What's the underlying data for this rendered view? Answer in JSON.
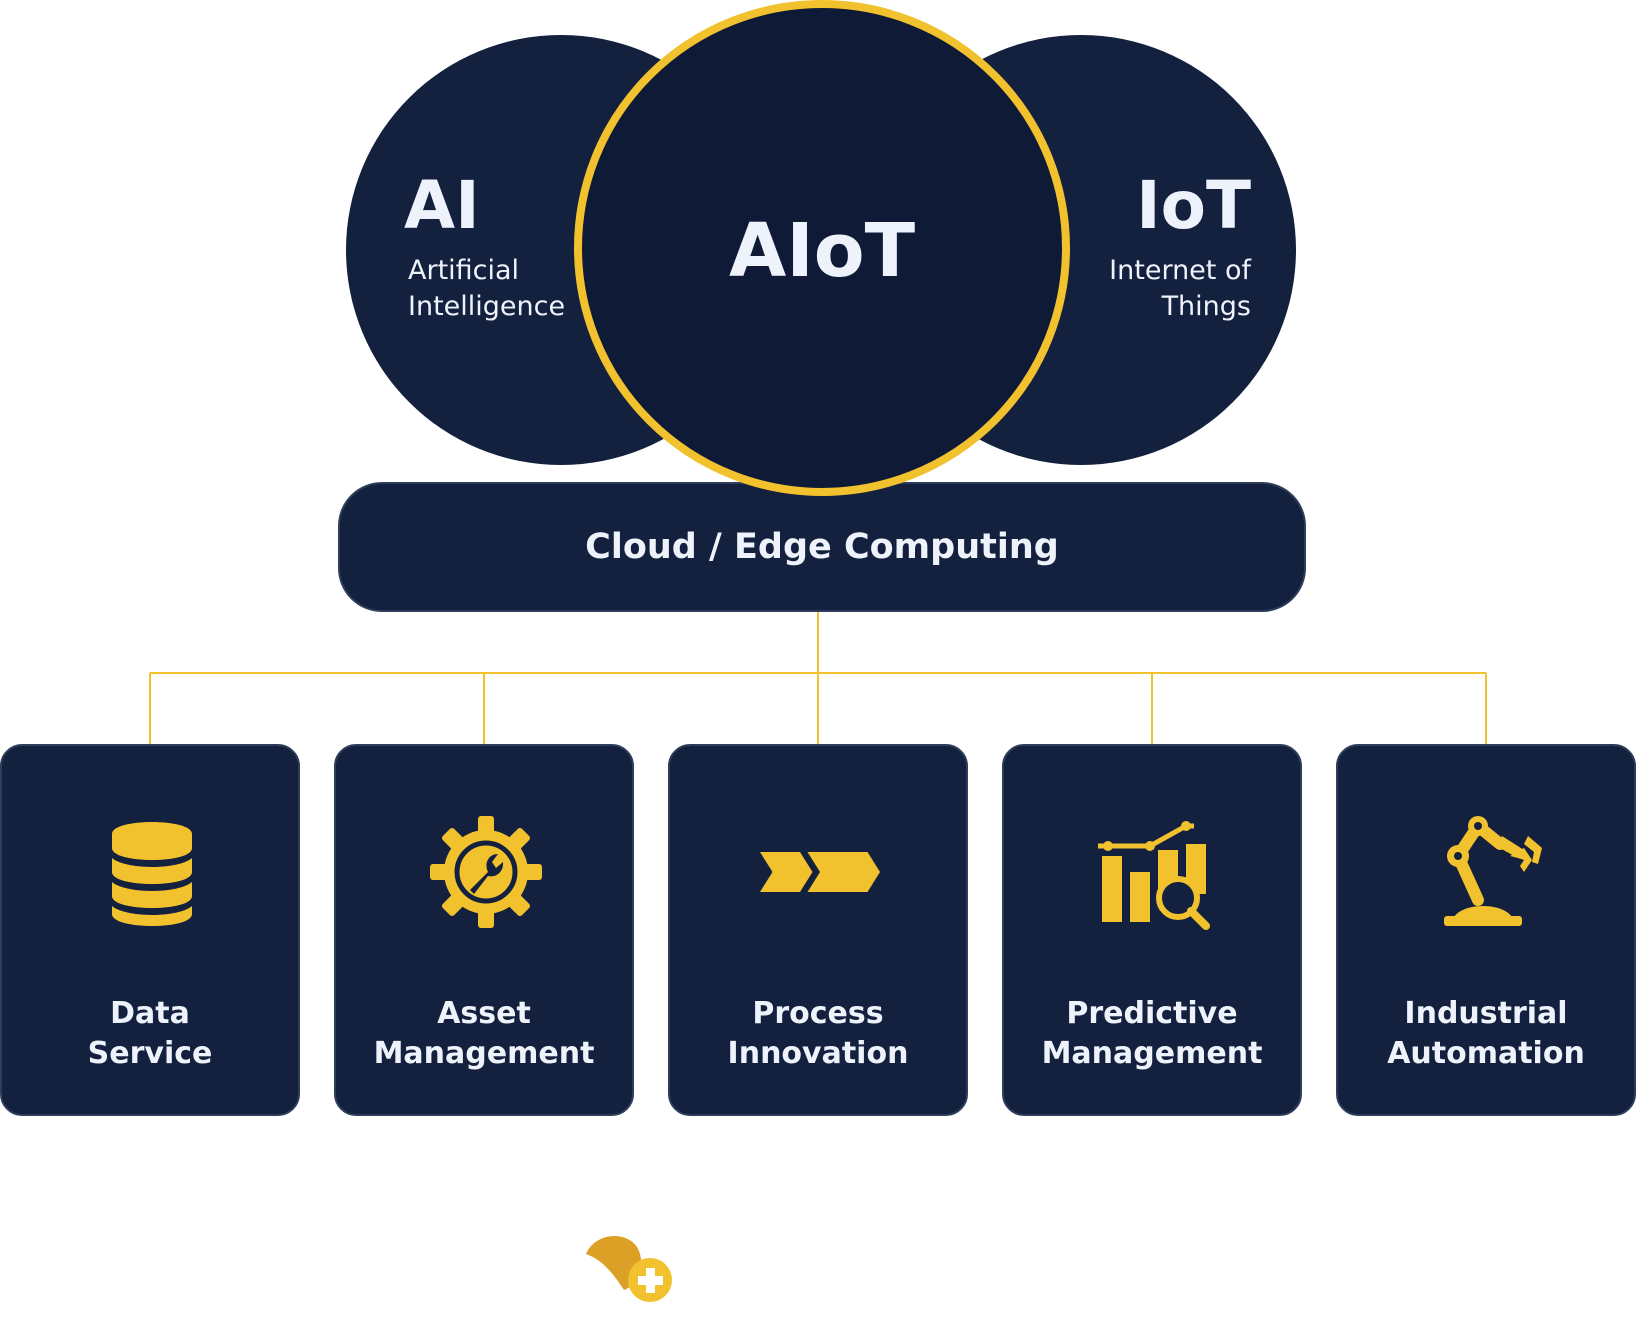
{
  "colors": {
    "navy": "#13213e",
    "navy_center": "#0f1a36",
    "accent": "#f2c22e",
    "text": "#eef2fa"
  },
  "circles": {
    "left": {
      "title": "AI",
      "line1": "Artificial",
      "line2": "Intelligence"
    },
    "center": {
      "title": "AIoT"
    },
    "right": {
      "title": "IoT",
      "line1": "Internet of",
      "line2": "Things"
    }
  },
  "platform": {
    "label": "Cloud / Edge Computing"
  },
  "cards": [
    {
      "line1": "Data",
      "line2": "Service",
      "icon": "database-icon"
    },
    {
      "line1": "Asset",
      "line2": "Management",
      "icon": "gear-wrench-icon"
    },
    {
      "line1": "Process",
      "line2": "Innovation",
      "icon": "chevrons-right-icon"
    },
    {
      "line1": "Predictive",
      "line2": "Management",
      "icon": "chart-magnifier-icon"
    },
    {
      "line1": "Industrial",
      "line2": "Automation",
      "icon": "robot-arm-icon"
    }
  ],
  "footer": {
    "icon": "leaf-plus-logo-icon"
  }
}
